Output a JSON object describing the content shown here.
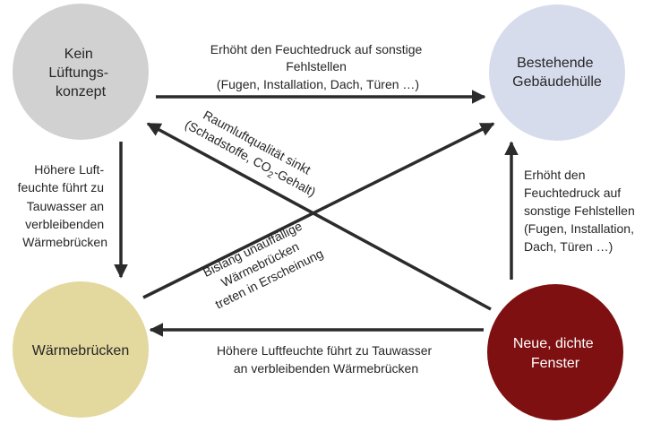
{
  "nodes": {
    "kein_lueftungskonzept": {
      "lines": [
        "Kein",
        "Lüftungs-",
        "konzept"
      ],
      "color": "#d2d1d1"
    },
    "bestehende_gebaeudehuelle": {
      "lines": [
        "Bestehende",
        "Gebäudehülle"
      ],
      "color": "#d7dced"
    },
    "waermebruecken": {
      "lines": [
        "Wärmebrücken"
      ],
      "color": "#e3d89e"
    },
    "neue_dichte_fenster": {
      "lines": [
        "Neue, dichte",
        "Fenster"
      ],
      "color": "#7e1011"
    }
  },
  "edge_labels": {
    "top": [
      "Erhöht den Feuchtedruck auf sonstige",
      "Fehlstellen",
      "(Fugen, Installation, Dach, Türen …)"
    ],
    "left": [
      "Höhere Luft-",
      "feuchte führt zu",
      "Tauwasser an",
      "verbleibenden",
      "Wärmebrücken"
    ],
    "right": [
      "Erhöht den",
      "Feuchtedruck auf",
      "sonstige Fehlstellen",
      "(Fugen, Installation,",
      "Dach, Türen …)"
    ],
    "bottom": [
      "Höhere Luftfeuchte führt zu Tauwasser",
      "an verbleibenden Wärmebrücken"
    ],
    "diagonal_down": {
      "line1": "Raumluftqualität sinkt",
      "line2_before": "(Schadstoffe, CO",
      "line2_sub": "2",
      "line2_after": "-Gehalt)"
    },
    "diagonal_up": [
      "Bislang unauffällige",
      "Wärmebrücken",
      "treten in Erscheinung"
    ]
  },
  "colors": {
    "arrow": "#2b2b2b",
    "text": "#262626",
    "text_on_dark": "#ffffff"
  }
}
